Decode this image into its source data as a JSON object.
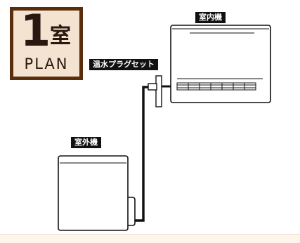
{
  "plan_badge": {
    "number": "1",
    "kanji": "室",
    "word": "PLAN",
    "border_color": "#5a2d0c",
    "fill_color": "#f4e3d0"
  },
  "labels": {
    "indoor_unit": "室内機",
    "hot_water_plug_set": "温水プラグセット",
    "outdoor_unit": "室外機"
  },
  "colors": {
    "line": "#111111",
    "label_bg": "#111111",
    "label_text": "#ffffff",
    "footer": "#fdf4ea"
  }
}
